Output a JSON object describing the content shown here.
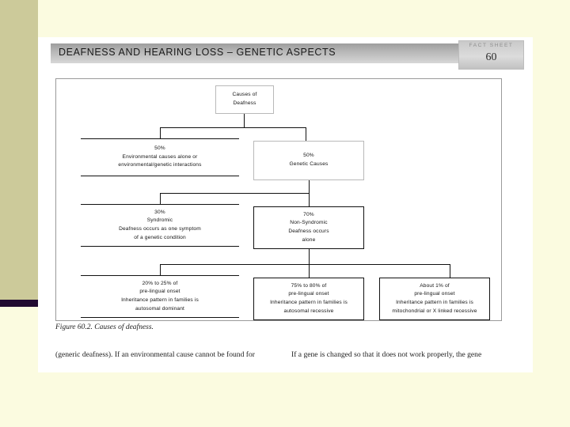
{
  "slide": {
    "background_color": "#FBFBE0",
    "accent_bar_color": "#CCCA9A",
    "accent_stripe_color": "#210A30"
  },
  "header": {
    "title": "DEAFNESS AND HEARING LOSS – GENETIC ASPECTS",
    "fact_sheet_label": "FACT SHEET",
    "fact_sheet_number": "60",
    "band_color": "#b4b4b4"
  },
  "figure": {
    "caption": "Figure 60.2. Causes of deafness.",
    "chart_data": {
      "type": "diagram",
      "title": "Causes of deafness",
      "root": {
        "id": "causes-of-deafness",
        "lines": [
          "Causes of",
          "Deafness"
        ],
        "style": "faint"
      },
      "levels": [
        {
          "level": 1,
          "nodes": [
            {
              "id": "environmental-causes",
              "percent": "50%",
              "lines": [
                "50%",
                "Environmental causes alone or",
                "environmental/genetic interactions"
              ],
              "style": "ruled"
            },
            {
              "id": "genetic-causes",
              "percent": "50%",
              "lines": [
                "50%",
                "Genetic Causes"
              ],
              "style": "faint"
            }
          ]
        },
        {
          "level": 2,
          "nodes": [
            {
              "id": "syndromic",
              "percent": "30%",
              "lines": [
                "30%",
                "Syndromic",
                "Deafness occurs as one symptom",
                "of a genetic condition"
              ],
              "style": "ruled"
            },
            {
              "id": "non-syndromic",
              "percent": "70%",
              "lines": [
                "70%",
                "Non-Syndromic",
                "Deafness occurs",
                "alone"
              ],
              "style": "boxed"
            }
          ]
        },
        {
          "level": 3,
          "nodes": [
            {
              "id": "autosomal-dominant",
              "percent": "20% to 25%",
              "lines": [
                "20% to 25% of",
                "pre-lingual onset",
                "Inheritance pattern in families is",
                "autosomal dominant"
              ],
              "style": "ruled"
            },
            {
              "id": "autosomal-recessive",
              "percent": "75% to 80%",
              "lines": [
                "75% to 80% of",
                "pre-lingual onset",
                "Inheritance pattern in families is",
                "autosomal recessive"
              ],
              "style": "boxed"
            },
            {
              "id": "mitochondrial-x-linked",
              "percent": "About 1%",
              "lines": [
                "About 1% of",
                "pre-lingual onset",
                "Inheritance pattern in families is",
                "mitochondrial or X linked recessive"
              ],
              "style": "boxed"
            }
          ]
        }
      ]
    }
  },
  "body": {
    "column_1": "(generic deafness). If an environmental cause cannot be found for",
    "column_2": "If a gene is changed so that it does not work properly, the gene"
  }
}
